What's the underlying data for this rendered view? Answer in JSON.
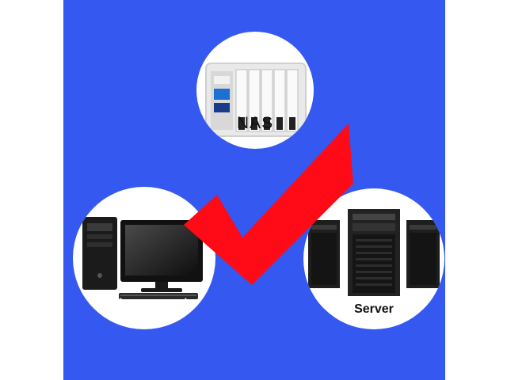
{
  "labels": {
    "nas": "NAS",
    "desktop": "Desktop computer",
    "server": "Server"
  },
  "colors": {
    "background": "#3558f0",
    "check": "#ff0a16",
    "circle": "#ffffff"
  },
  "icons": {
    "nas": "nas-device-icon",
    "desktop": "desktop-computer-icon",
    "server": "server-tower-icon",
    "check": "red-checkmark"
  }
}
